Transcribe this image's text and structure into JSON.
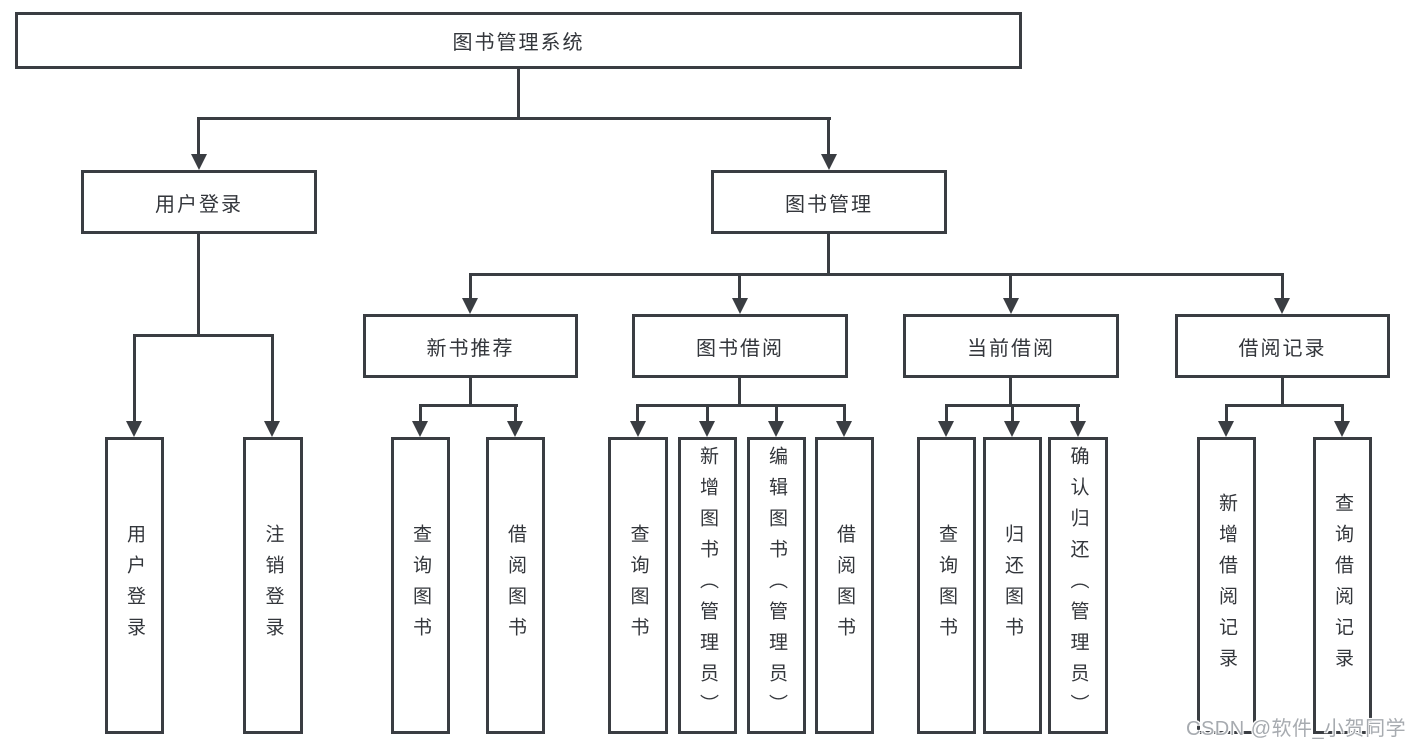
{
  "colors": {
    "line": "#3a3d42",
    "text": "#33363b",
    "background": "#ffffff",
    "watermark": "#a7abb0"
  },
  "nodes": {
    "root": "图书管理系统",
    "level2": [
      "用户登录",
      "图书管理"
    ],
    "level3": [
      "新书推荐",
      "图书借阅",
      "当前借阅",
      "借阅记录"
    ],
    "leaves_user": [
      "用户登录",
      "注销登录"
    ],
    "leaves_recommend": [
      "查询图书",
      "借阅图书"
    ],
    "leaves_borrow": [
      "查询图书",
      "新增图书（管理员）",
      "编辑图书（管理员）",
      "借阅图书"
    ],
    "leaves_current": [
      "查询图书",
      "归还图书",
      "确认归还（管理员）"
    ],
    "leaves_records": [
      "新增借阅记录",
      "查询借阅记录"
    ]
  },
  "watermark": {
    "text": "CSDN @软件_小贺同学"
  }
}
